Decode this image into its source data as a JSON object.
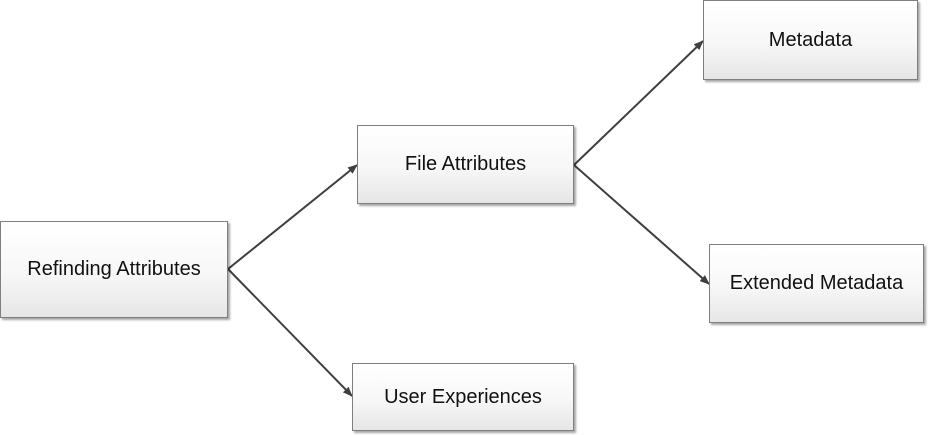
{
  "diagram": {
    "nodes": {
      "root": "Refinding Attributes",
      "file_attributes": "File Attributes",
      "user_experiences": "User Experiences",
      "metadata": "Metadata",
      "extended_metadata": "Extended Metadata"
    },
    "edges": [
      {
        "from": "root",
        "to": "file_attributes"
      },
      {
        "from": "root",
        "to": "user_experiences"
      },
      {
        "from": "file_attributes",
        "to": "metadata"
      },
      {
        "from": "file_attributes",
        "to": "extended_metadata"
      }
    ],
    "colors": {
      "edge": "#3f3f3f",
      "node_border": "#7f7f7f",
      "text": "#111111"
    }
  }
}
